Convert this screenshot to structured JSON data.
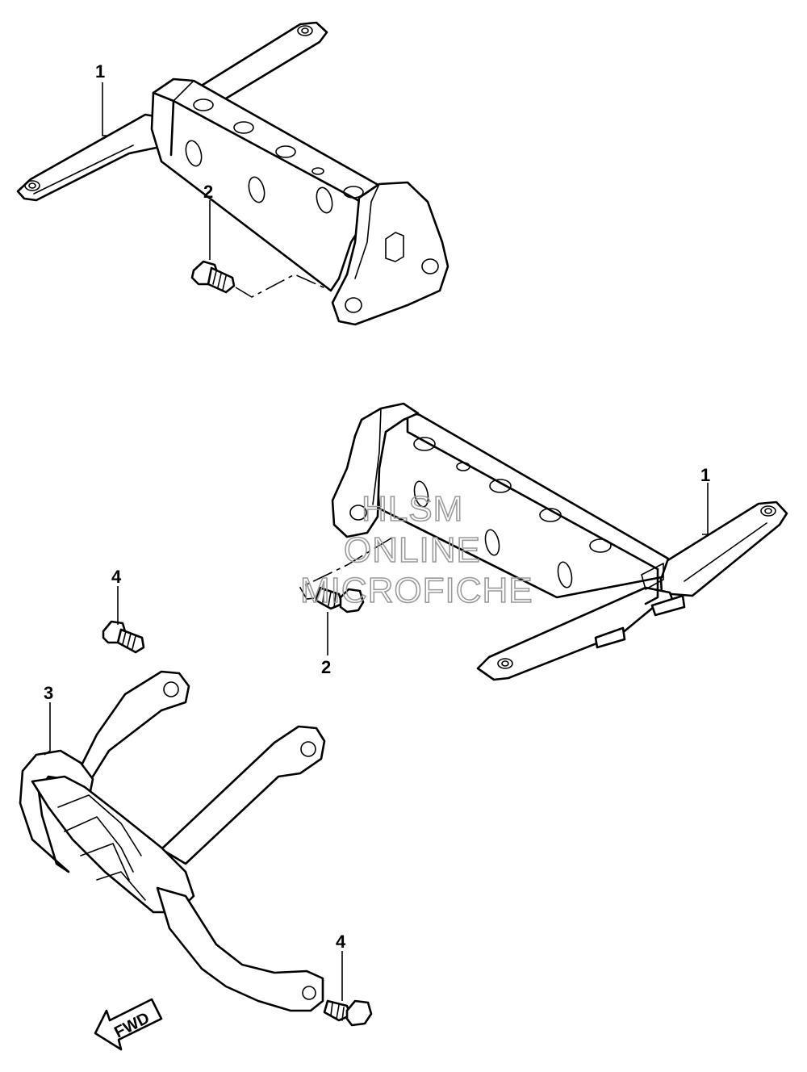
{
  "diagram": {
    "callouts": [
      {
        "id": "c1a",
        "label": "1"
      },
      {
        "id": "c2a",
        "label": "2"
      },
      {
        "id": "c1b",
        "label": "1"
      },
      {
        "id": "c2b",
        "label": "2"
      },
      {
        "id": "c4a",
        "label": "4"
      },
      {
        "id": "c3",
        "label": "3"
      },
      {
        "id": "c4b",
        "label": "4"
      }
    ],
    "watermark": [
      "HLSM",
      "ONLINE",
      "MICROFICHE"
    ],
    "direction_arrow": {
      "label": "FWD",
      "icon": "forward-arrow-icon"
    }
  }
}
